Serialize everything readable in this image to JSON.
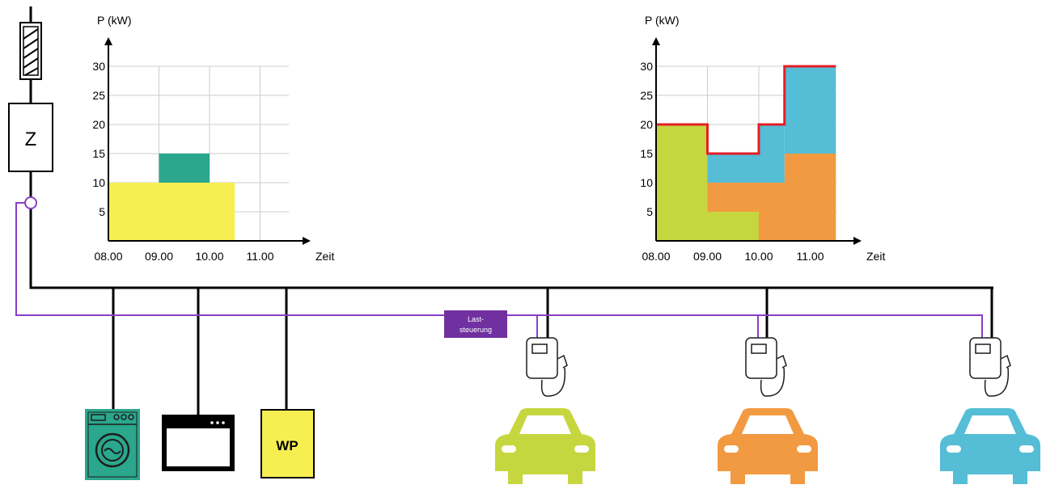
{
  "meter": {
    "label": "Z"
  },
  "load_control": {
    "line1": "Last-",
    "line2": "steuerung"
  },
  "heat_pump": {
    "label": "WP"
  },
  "colors": {
    "washer": "#2aa78c",
    "yellow": "#f7ef52",
    "green": "#c6d63f",
    "orange": "#f29a41",
    "blue": "#55bdd6",
    "red_limit": "#e41e26",
    "control_line": "#8a3ec8",
    "badge": "#7030a0"
  },
  "chart_data": [
    {
      "type": "bar",
      "ylabel": "P (kW)",
      "xlabel": "Zeit",
      "yticks": [
        "5",
        "10",
        "15",
        "20",
        "25",
        "30"
      ],
      "xticks": [
        "08.00",
        "09.00",
        "10.00",
        "11.00"
      ],
      "xlim": [
        8.0,
        12.0
      ],
      "ylim": [
        0,
        35
      ],
      "grid": true,
      "series": [
        {
          "segments": [
            {
              "x0": 8.0,
              "x1": 10.5,
              "y0": 0,
              "y1": 10,
              "color": "#f7ef52"
            }
          ]
        },
        {
          "segments": [
            {
              "x0": 9.0,
              "x1": 10.0,
              "y0": 10,
              "y1": 15,
              "color": "#2aa78c"
            }
          ]
        }
      ]
    },
    {
      "type": "bar",
      "ylabel": "P (kW)",
      "xlabel": "Zeit",
      "yticks": [
        "5",
        "10",
        "15",
        "20",
        "25",
        "30"
      ],
      "xticks": [
        "08.00",
        "09.00",
        "10.00",
        "11.00"
      ],
      "xlim": [
        8.0,
        12.0
      ],
      "ylim": [
        0,
        35
      ],
      "grid": true,
      "series": [
        {
          "segments": [
            {
              "x0": 8.0,
              "x1": 9.0,
              "y0": 0,
              "y1": 20,
              "color": "#c6d63f"
            },
            {
              "x0": 9.0,
              "x1": 10.0,
              "y0": 0,
              "y1": 5,
              "color": "#c6d63f"
            }
          ]
        },
        {
          "segments": [
            {
              "x0": 9.0,
              "x1": 10.0,
              "y0": 5,
              "y1": 10,
              "color": "#f29a41"
            },
            {
              "x0": 10.0,
              "x1": 11.5,
              "y0": 0,
              "y1": 10,
              "color": "#f29a41"
            },
            {
              "x0": 10.5,
              "x1": 11.5,
              "y0": 10,
              "y1": 15,
              "color": "#f29a41"
            }
          ]
        },
        {
          "segments": [
            {
              "x0": 9.0,
              "x1": 10.0,
              "y0": 10,
              "y1": 15,
              "color": "#55bdd6"
            },
            {
              "x0": 10.0,
              "x1": 10.5,
              "y0": 10,
              "y1": 20,
              "color": "#55bdd6"
            },
            {
              "x0": 10.5,
              "x1": 11.5,
              "y0": 15,
              "y1": 30,
              "color": "#55bdd6"
            }
          ]
        }
      ],
      "limit_line": {
        "color": "#e41e26",
        "points": [
          [
            8.0,
            20
          ],
          [
            9.0,
            20
          ],
          [
            9.0,
            15
          ],
          [
            10.0,
            15
          ],
          [
            10.0,
            20
          ],
          [
            10.5,
            20
          ],
          [
            10.5,
            30
          ],
          [
            11.5,
            30
          ]
        ]
      }
    }
  ]
}
